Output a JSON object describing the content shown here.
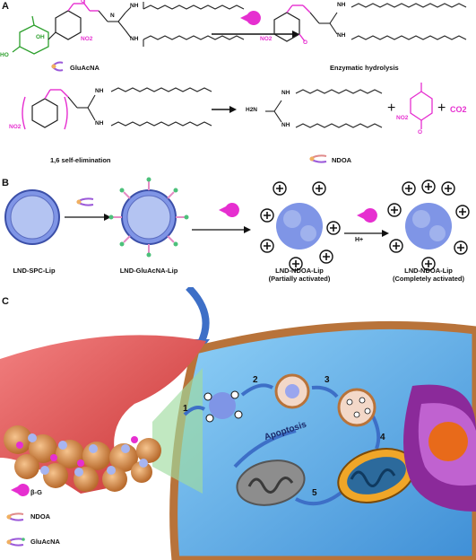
{
  "panels": {
    "a": "A",
    "b": "B",
    "c": "C"
  },
  "panel_a": {
    "molecule1_label": "GluAcNA",
    "step1_label": "Enzymatic hydrolysis",
    "step2_label": "1,6 self-elimination",
    "product_label": "NDOA",
    "plus1": "+",
    "plus2": "+",
    "co2": "CO2",
    "no2": "NO2",
    "atoms": {
      "oh": "OH",
      "o": "O",
      "nh": "NH",
      "h2n": "H2N",
      "n": "N",
      "ho": "HO"
    }
  },
  "panel_b": {
    "stage1": "LND-SPC-Lip",
    "stage2": "LND-GluAcNA-Lip",
    "stage3_line1": "LND-NDOA-Lip",
    "stage3_line2": "(Partially activated)",
    "stage4_line1": "LND-NDOA-Lip",
    "stage4_line2": "(Completely activated)",
    "hplus": "H+"
  },
  "panel_c": {
    "steps": [
      "1",
      "2",
      "3",
      "4",
      "5"
    ],
    "apoptosis": "Apoptosis",
    "legend": [
      {
        "key": "beta-g",
        "label": "β-G"
      },
      {
        "key": "ndoa",
        "label": "NDOA"
      },
      {
        "key": "glucacna",
        "label": "GluAcNA"
      }
    ]
  },
  "colors": {
    "magenta": "#e62fd0",
    "green": "#2ea02e",
    "liposome_blue": "#7f95e6",
    "cell_blue": "#5aa9e6",
    "arrow_blue": "#3d6fc7",
    "tissue_orange": "#e0a070",
    "vessel_red": "#e14a4a"
  }
}
